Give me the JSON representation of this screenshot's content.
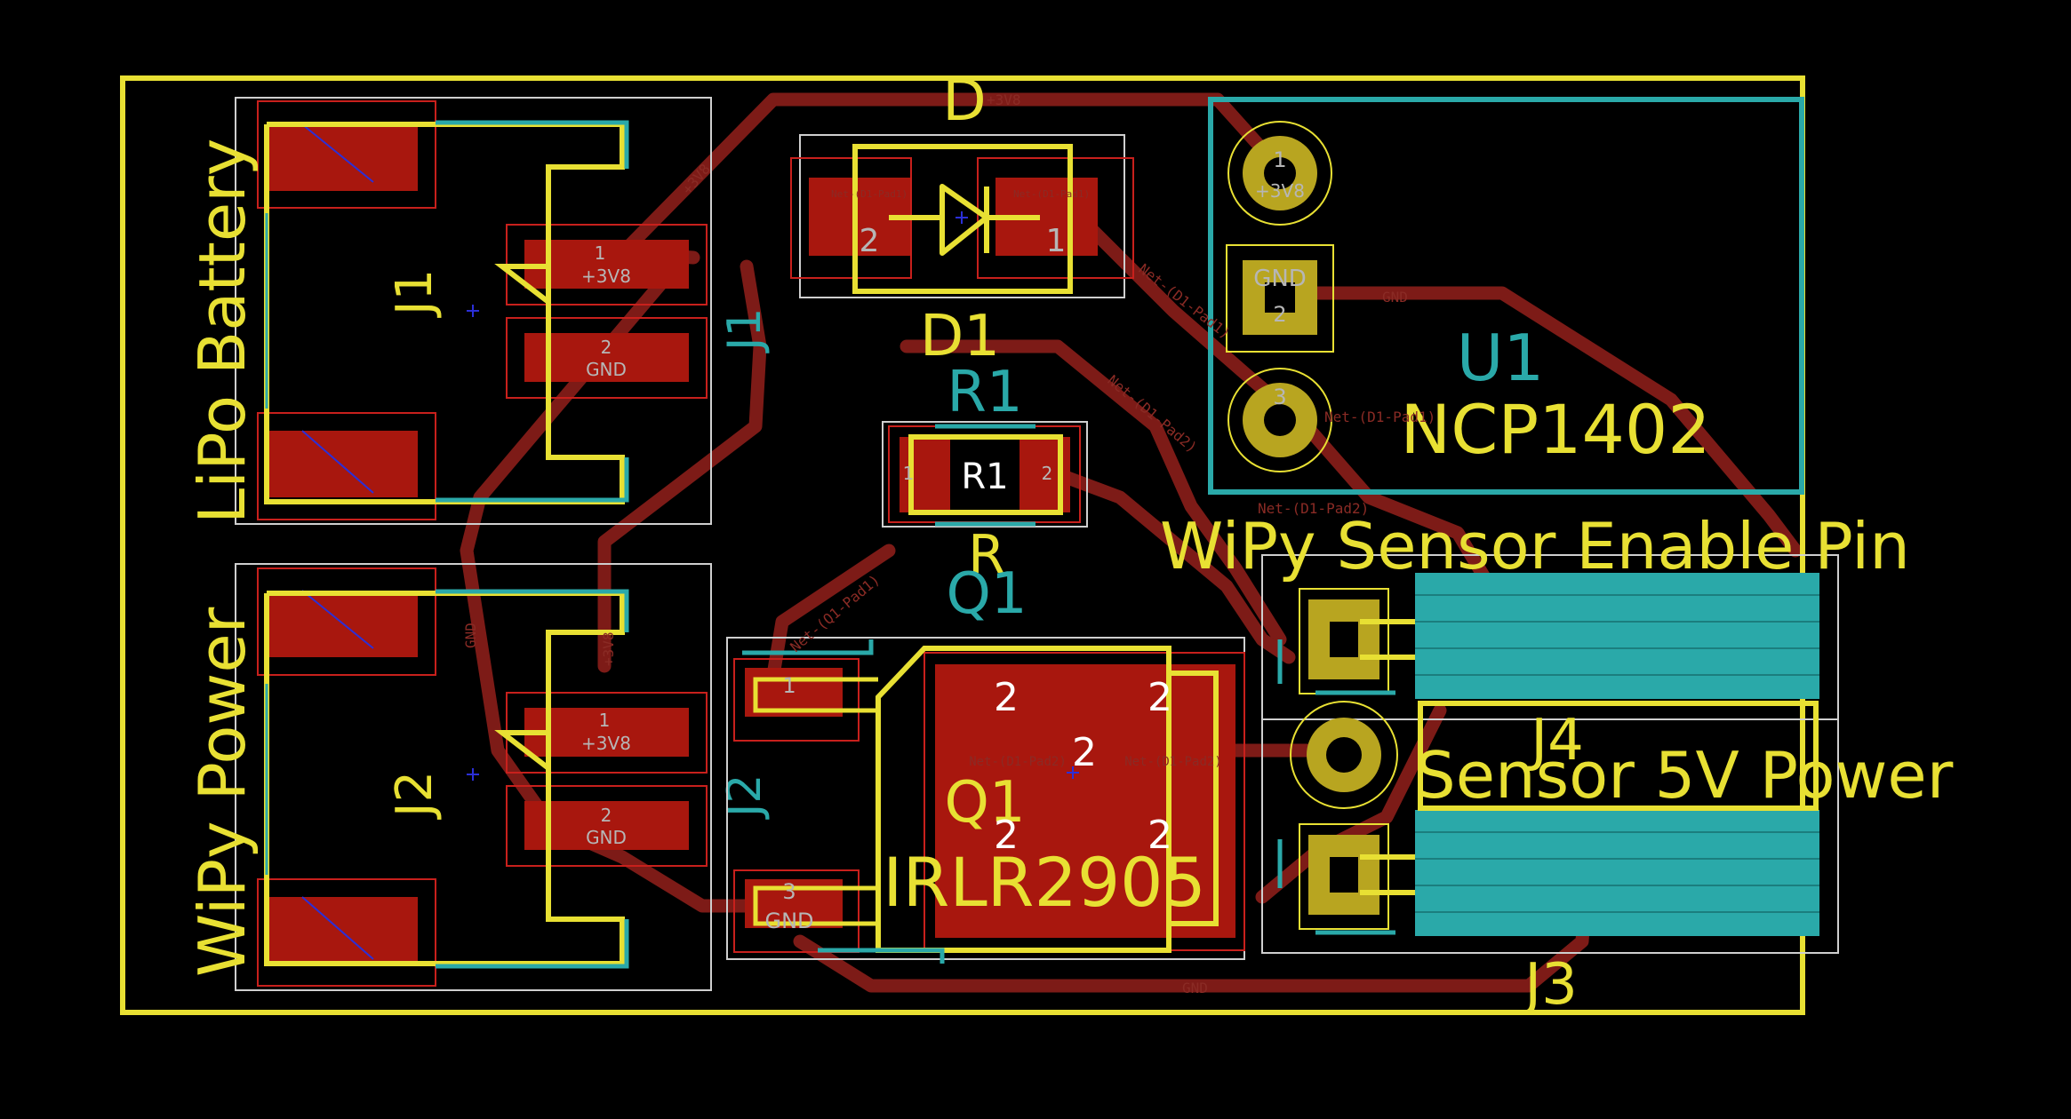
{
  "board": {
    "colors": {
      "background": "#000000",
      "copper": "#8a1e1a",
      "pad": "#a8170e",
      "silkscreen": "#e8e033",
      "fab": "#2aa9a9",
      "courtyard": "#d0d0d0",
      "fill": "#2aa9a9"
    }
  },
  "labels": {
    "lipo_battery": "LiPo Battery",
    "wipy_power": "WiPy Power",
    "wipy_sensor_enable": "WiPy Sensor Enable Pin",
    "sensor_5v_power": "Sensor 5V Power",
    "ncp1402": "NCP1402",
    "irlr2905": "IRLR2905"
  },
  "components": {
    "J1": {
      "ref_silk": "J1",
      "ref_fab": "J1",
      "pin1_num": "1",
      "pin1_net": "+3V8",
      "pin2_num": "2",
      "pin2_net": "GND"
    },
    "J2": {
      "ref_silk": "J2",
      "ref_fab": "J2",
      "pin1_num": "1",
      "pin1_net": "+3V8",
      "pin2_num": "2",
      "pin2_net": "GND"
    },
    "D1": {
      "value": "D",
      "ref": "D1",
      "pin1": "1",
      "pin2": "2",
      "pad_net": "Net-(D1-Pad1)"
    },
    "R1": {
      "ref_fab": "R1",
      "ref_silk": "R1",
      "value": "R",
      "pin1": "1",
      "pin2": "2"
    },
    "Q1": {
      "ref_fab": "Q1",
      "ref_silk": "Q1",
      "pin1": "1",
      "pin2": "2",
      "pin3": "3",
      "pin3_net": "GND",
      "pad_net": "Net-(D1-Pad2)"
    },
    "U1": {
      "ref": "U1",
      "pin1": "1",
      "pin1_net": "+3V8",
      "pin2": "2",
      "pin2_net": "GND",
      "pin3": "3"
    },
    "J3": {
      "ref": "J3"
    },
    "J4": {
      "ref": "J4"
    }
  },
  "nets": {
    "v3v8": "+3V8",
    "gnd": "GND",
    "d1_pad1": "Net-(D1-Pad1)",
    "d1_pad2": "Net-(D1-Pad2)",
    "q1_pad1": "Net-(Q1-Pad1)"
  }
}
